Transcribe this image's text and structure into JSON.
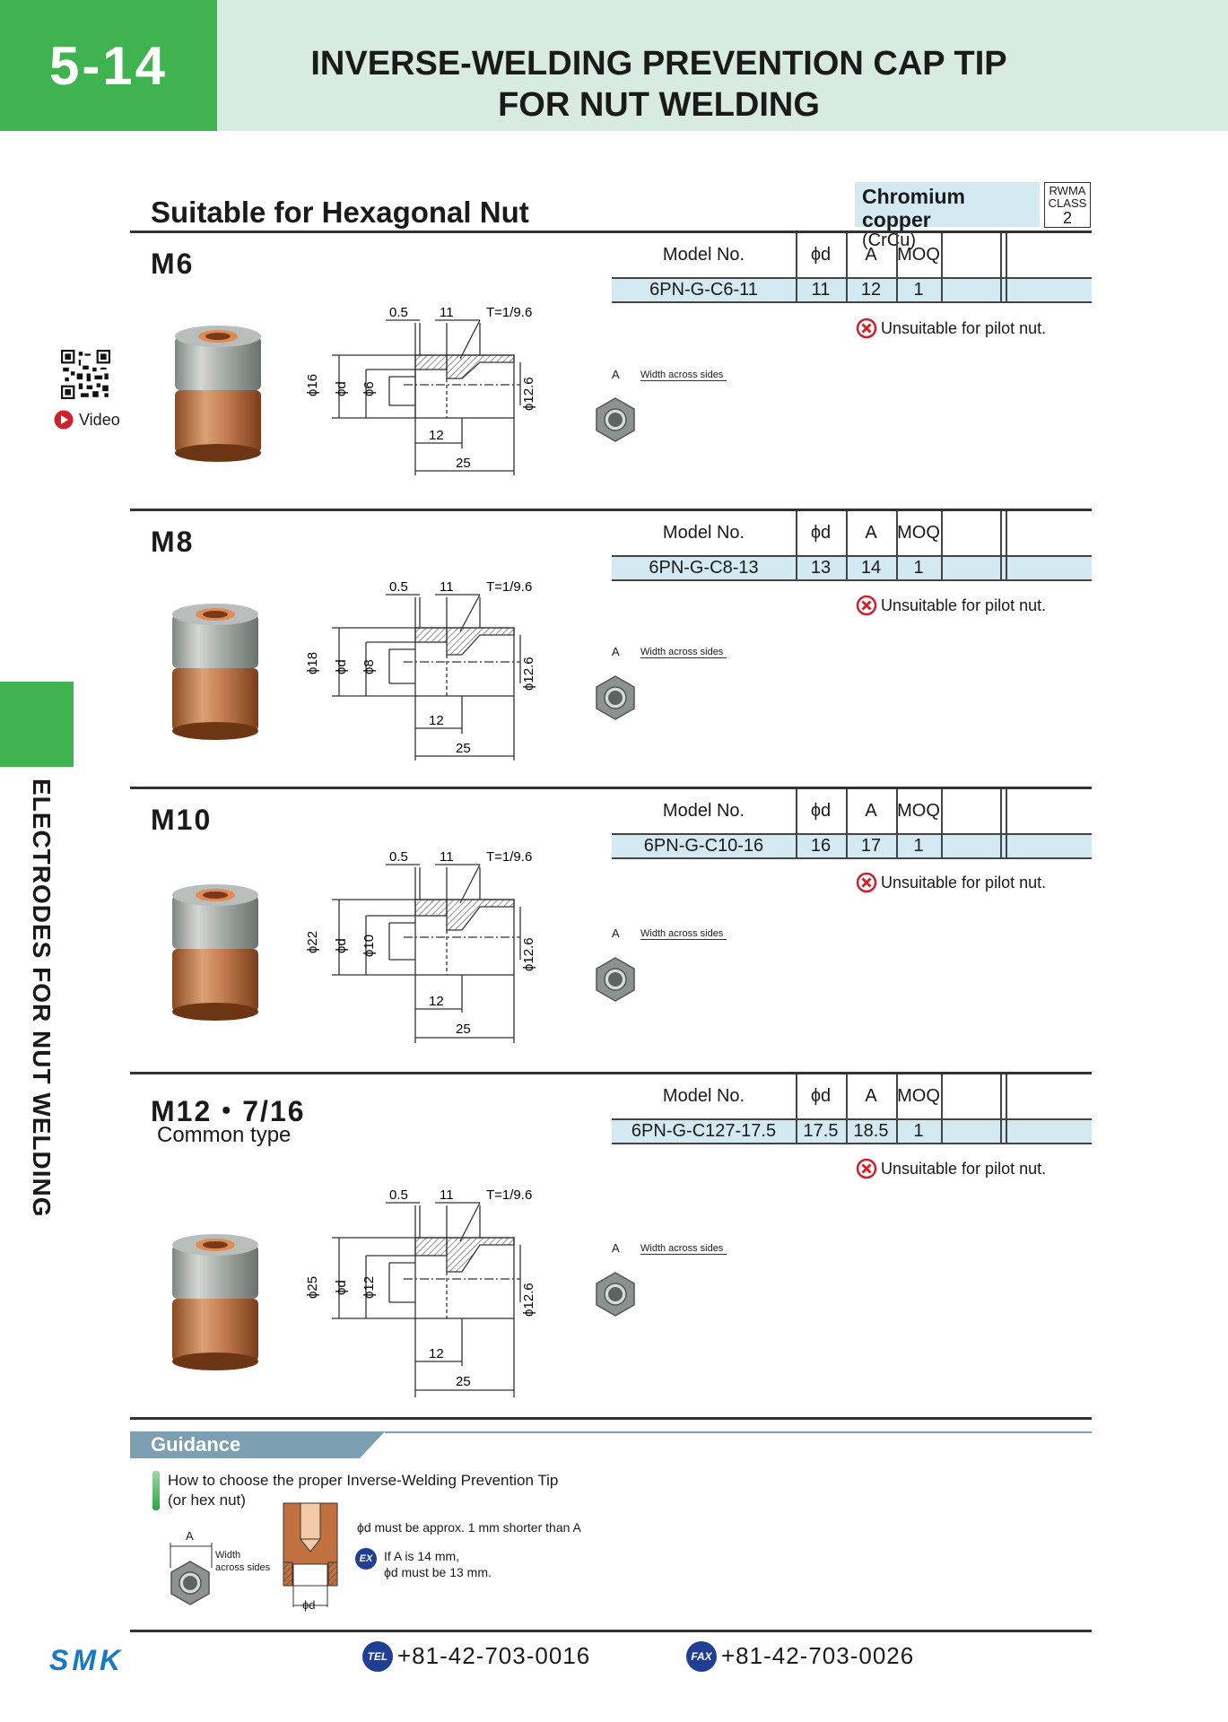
{
  "header": {
    "page_number": "5-14",
    "title_line1": "INVERSE-WELDING PREVENTION CAP TIP",
    "title_line2": "FOR NUT WELDING"
  },
  "section_heading": "Suitable for Hexagonal Nut",
  "material": {
    "name": "Chromium copper",
    "code": "(CrCu)",
    "rwma_line1": "RWMA",
    "rwma_line2": "CLASS",
    "rwma_class": "2"
  },
  "video_label": "Video",
  "side_label": "ELECTRODES FOR NUT WELDING",
  "spec_headers": {
    "model": "Model No.",
    "d": "ϕd",
    "a": "A",
    "moq": "MOQ"
  },
  "unsuitable_text": "Unsuitable for pilot nut.",
  "dims": {
    "d05": "0.5",
    "d11": "11",
    "t": "T=1/9.6",
    "d12": "12",
    "d25": "25",
    "d126": "ϕ12.6",
    "phid": "ϕd",
    "wa_a": "A",
    "wa_text": "Width across sides"
  },
  "sections": [
    {
      "title": "M6",
      "subtitle": "",
      "model": "6PN-G-C6-11",
      "d": "11",
      "a": "12",
      "moq": "1",
      "outer": "ϕ16",
      "inner": "ϕ6"
    },
    {
      "title": "M8",
      "subtitle": "",
      "model": "6PN-G-C8-13",
      "d": "13",
      "a": "14",
      "moq": "1",
      "outer": "ϕ18",
      "inner": "ϕ8"
    },
    {
      "title": "M10",
      "subtitle": "",
      "model": "6PN-G-C10-16",
      "d": "16",
      "a": "17",
      "moq": "1",
      "outer": "ϕ22",
      "inner": "ϕ10"
    },
    {
      "title": "M12・7/16",
      "subtitle": "Common type",
      "model": "6PN-G-C127-17.5",
      "d": "17.5",
      "a": "18.5",
      "moq": "1",
      "outer": "ϕ25",
      "inner": "ϕ12"
    }
  ],
  "guidance": {
    "label": "Guidance",
    "line1": "How to choose the proper Inverse-Welding Prevention Tip",
    "line2": "(or hex nut)",
    "a_label": "A",
    "width_line1": "Width",
    "width_line2": "across sides",
    "phid_label": "ϕd",
    "rule": "ϕd must be approx. 1 mm shorter than A",
    "ex_badge": "EX",
    "example1": "If A is 14 mm,",
    "example2": "ϕd must be 13 mm."
  },
  "footer": {
    "logo": "SMK",
    "tel_badge": "TEL",
    "tel": "+81-42-703-0016",
    "fax_badge": "FAX",
    "fax": "+81-42-703-0026"
  },
  "colors": {
    "green": "#3fb34f",
    "title_band": "#d7ebe0",
    "row_blue": "#d4eaf3",
    "guidance_bar": "#7c9fb1",
    "badge_blue": "#1f3f94",
    "warn_red": "#d0202e"
  }
}
